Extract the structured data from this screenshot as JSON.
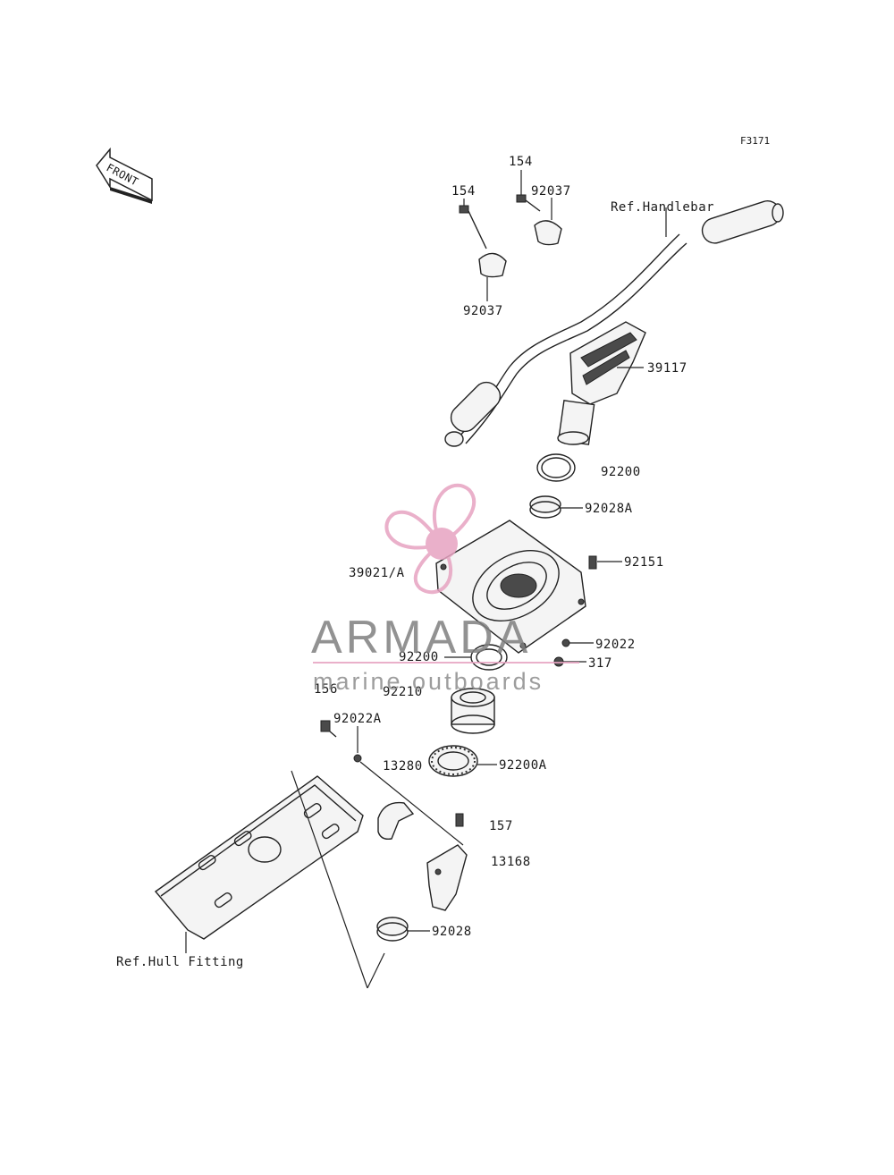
{
  "figure_code": "F3171",
  "front_label": "FRONT",
  "refs": {
    "handlebar": "Ref.Handlebar",
    "hull_fitting": "Ref.Hull Fitting"
  },
  "parts": {
    "p154_top": "154",
    "p154_left": "154",
    "p92037_top": "92037",
    "p92037_bottom": "92037",
    "p39117": "39117",
    "p92200_upper": "92200",
    "p92028A": "92028A",
    "p92151": "92151",
    "p39021A": "39021/A",
    "p92022": "92022",
    "p92200_mid": "92200",
    "p317": "317",
    "p92210": "92210",
    "p156": "156",
    "p92022A": "92022A",
    "p13280": "13280",
    "p92200A": "92200A",
    "p157": "157",
    "p13168": "13168",
    "p92028": "92028"
  },
  "watermark": {
    "brand": "ARMADA",
    "tagline": "marine outboards",
    "brand_color": "#7f7f7f",
    "accent_color": "#e7a3c1"
  }
}
